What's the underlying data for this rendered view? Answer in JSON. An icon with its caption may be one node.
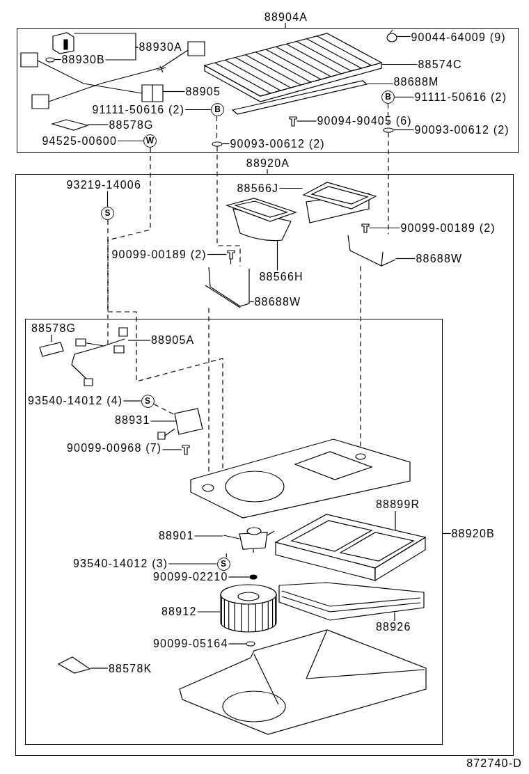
{
  "diagram": {
    "nodes": [
      {
        "text": [
          "88904A"
        ]
      },
      {
        "text": [
          "88920A"
        ]
      },
      {
        "text": [],
        "shape": "box",
        "in": 1
      },
      {
        "text": [
          "88930A"
        ],
        "in": 0
      },
      {
        "text": [
          "88930B"
        ],
        "in": 0
      },
      {
        "text": [
          "88905"
        ],
        "in": 0
      },
      {
        "text": [
          "91111-50616 (2)"
        ],
        "in": 0
      },
      {
        "text": [
          "B"
        ],
        "in": 0
      },
      {
        "text": [
          "88578G"
        ],
        "in": 0
      },
      {
        "text": [
          "94525-00600"
        ],
        "in": 0
      },
      {
        "text": [
          "W"
        ],
        "in": 0
      },
      {
        "text": [
          "90044-64009 (9)"
        ],
        "in": 0
      },
      {
        "text": [
          "88574C"
        ],
        "in": 0
      },
      {
        "text": [
          "88688M"
        ],
        "in": 0
      },
      {
        "text": [
          "B"
        ],
        "in": 0
      },
      {
        "text": [
          "91111-50616 (2)"
        ],
        "in": 0
      },
      {
        "text": [
          "90094-90405 (6)"
        ],
        "in": 0
      },
      {
        "text": [
          "90093-00612 (2)"
        ],
        "in": 0
      },
      {
        "text": [
          "90093-00612 (2)"
        ],
        "in": 0
      },
      {
        "text": [
          "93219-14006"
        ],
        "in": 1
      },
      {
        "text": [
          "S"
        ],
        "in": 1
      },
      {
        "text": [
          "88566J"
        ],
        "in": 1
      },
      {
        "text": [
          "88566H"
        ],
        "in": 1
      },
      {
        "text": [
          "90099-00189 (2)"
        ],
        "in": 1
      },
      {
        "text": [
          "90099-00189 (2)"
        ],
        "in": 1
      },
      {
        "text": [
          "88688W"
        ],
        "in": 1
      },
      {
        "text": [
          "88688W"
        ],
        "in": 1
      },
      {
        "text": [
          "88920B"
        ],
        "in": 1
      },
      {
        "text": [
          "88578G"
        ],
        "in": 2
      },
      {
        "text": [
          "88905A"
        ],
        "in": 2
      },
      {
        "text": [
          "93540-14012 (4)"
        ],
        "in": 2
      },
      {
        "text": [
          "S"
        ],
        "in": 2
      },
      {
        "text": [
          "88931"
        ],
        "in": 2
      },
      {
        "text": [
          "90099-00968 (7)"
        ],
        "in": 2
      },
      {
        "text": [
          "88901"
        ],
        "in": 2
      },
      {
        "text": [
          "93540-14012 (3)"
        ],
        "in": 2
      },
      {
        "text": [
          "S"
        ],
        "in": 2
      },
      {
        "text": [
          "90099-02210"
        ],
        "in": 2
      },
      {
        "text": [
          "88899R"
        ],
        "in": 2
      },
      {
        "text": [
          "88912"
        ],
        "in": 2
      },
      {
        "text": [
          "88926"
        ],
        "in": 2
      },
      {
        "text": [
          "90099-05164"
        ],
        "in": 2
      },
      {
        "text": [
          "88578K"
        ],
        "in": 2
      },
      {
        "text": [],
        "shape": "picture",
        "in": 0
      },
      {
        "text": [],
        "shape": "circle",
        "in": 0
      },
      {
        "text": [],
        "shape": "picture",
        "in": 0
      },
      {
        "text": [],
        "shape": "picture",
        "in": 0
      },
      {
        "text": [],
        "shape": "picture",
        "in": 0
      },
      {
        "text": [],
        "shape": "picture",
        "in": 0
      },
      {
        "text": [],
        "shape": "bar",
        "in": 0
      },
      {
        "text": [],
        "shape": "picture",
        "in": 0
      },
      {
        "text": [],
        "shape": "circle",
        "in": 0
      },
      {
        "text": [],
        "shape": "circle",
        "in": 0
      },
      {
        "text": [],
        "shape": "picture",
        "in": 1
      },
      {
        "text": [],
        "shape": "picture",
        "in": 1
      },
      {
        "text": [],
        "shape": "picture",
        "in": 1
      },
      {
        "text": [],
        "shape": "picture",
        "in": 1
      },
      {
        "text": [],
        "shape": "picture",
        "in": 1
      },
      {
        "text": [],
        "shape": "picture",
        "in": 1
      },
      {
        "text": [],
        "shape": "picture",
        "in": 2
      },
      {
        "text": [],
        "shape": "picture",
        "in": 2
      },
      {
        "text": [],
        "shape": "picture",
        "in": 2
      },
      {
        "text": [],
        "shape": "picture",
        "in": 2
      },
      {
        "text": [],
        "shape": "picture",
        "in": 2
      },
      {
        "text": [],
        "shape": "picture",
        "in": 2
      },
      {
        "text": [],
        "shape": "circle",
        "in": 2
      },
      {
        "text": [],
        "shape": "picture",
        "in": 2
      },
      {
        "text": [],
        "shape": "picture",
        "in": 2
      },
      {
        "text": [],
        "shape": "picture",
        "in": 2
      },
      {
        "text": [],
        "shape": "circle",
        "in": 2
      },
      {
        "text": [],
        "shape": "picture",
        "in": 2
      }
    ],
    "edges": [
      {
        "from": 3,
        "to": 43,
        "arrow": "none"
      },
      {
        "from": 3,
        "to": 4,
        "arrow": "none"
      },
      {
        "from": 4,
        "to": 44,
        "arrow": "none"
      },
      {
        "from": 5,
        "to": 45,
        "arrow": "none"
      },
      {
        "from": 6,
        "to": 7,
        "arrow": "none"
      },
      {
        "from": 8,
        "to": 46,
        "arrow": "none"
      },
      {
        "from": 9,
        "to": 10,
        "arrow": "none"
      },
      {
        "from": 11,
        "to": 47,
        "arrow": "none"
      },
      {
        "from": 12,
        "to": 48,
        "arrow": "none"
      },
      {
        "from": 13,
        "to": 49,
        "arrow": "none"
      },
      {
        "from": 15,
        "to": 14,
        "arrow": "none"
      },
      {
        "from": 16,
        "to": 50,
        "arrow": "none"
      },
      {
        "from": 17,
        "to": 51,
        "arrow": "none"
      },
      {
        "from": 18,
        "to": 52,
        "arrow": "none"
      },
      {
        "from": 7,
        "to": 52,
        "arrow": "none",
        "style": "dashed"
      },
      {
        "from": 14,
        "to": 51,
        "arrow": "none",
        "style": "dashed"
      },
      {
        "from": 10,
        "to": 60,
        "arrow": "none",
        "style": "dashed"
      },
      {
        "from": 19,
        "to": 20,
        "arrow": "none"
      },
      {
        "from": 20,
        "to": 63,
        "arrow": "none",
        "style": "dashed"
      },
      {
        "from": 21,
        "to": 53,
        "arrow": "none"
      },
      {
        "from": 22,
        "to": 54,
        "arrow": "none"
      },
      {
        "from": 23,
        "to": 55,
        "arrow": "none"
      },
      {
        "from": 24,
        "to": 56,
        "arrow": "none"
      },
      {
        "from": 25,
        "to": 57,
        "arrow": "none"
      },
      {
        "from": 26,
        "to": 58,
        "arrow": "none"
      },
      {
        "from": 27,
        "to": 2,
        "arrow": "none"
      },
      {
        "from": 28,
        "to": 59,
        "arrow": "none"
      },
      {
        "from": 29,
        "to": 60,
        "arrow": "none"
      },
      {
        "from": 30,
        "to": 31,
        "arrow": "none"
      },
      {
        "from": 31,
        "to": 61,
        "arrow": "none",
        "style": "dashed"
      },
      {
        "from": 32,
        "to": 61,
        "arrow": "none"
      },
      {
        "from": 33,
        "to": 62,
        "arrow": "none"
      },
      {
        "from": 34,
        "to": 64,
        "arrow": "none"
      },
      {
        "from": 35,
        "to": 36,
        "arrow": "none"
      },
      {
        "from": 36,
        "to": 64,
        "arrow": "none",
        "style": "dashed"
      },
      {
        "from": 37,
        "to": 65,
        "arrow": "none"
      },
      {
        "from": 38,
        "to": 66,
        "arrow": "none"
      },
      {
        "from": 39,
        "to": 67,
        "arrow": "none"
      },
      {
        "from": 40,
        "to": 68,
        "arrow": "none"
      },
      {
        "from": 41,
        "to": 69,
        "arrow": "none"
      },
      {
        "from": 42,
        "to": 70,
        "arrow": "none"
      },
      {
        "from": 52,
        "to": 58,
        "arrow": "none",
        "style": "dashed"
      },
      {
        "from": 58,
        "to": 63,
        "arrow": "none",
        "style": "dashed"
      },
      {
        "from": 51,
        "to": 57,
        "arrow": "none",
        "style": "dashed"
      },
      {
        "from": 57,
        "to": 63,
        "arrow": "none",
        "style": "dashed"
      },
      {
        "from": 55,
        "to": 58,
        "arrow": "none",
        "style": "dashed"
      }
    ],
    "labels": [
      "872740-D"
    ]
  }
}
